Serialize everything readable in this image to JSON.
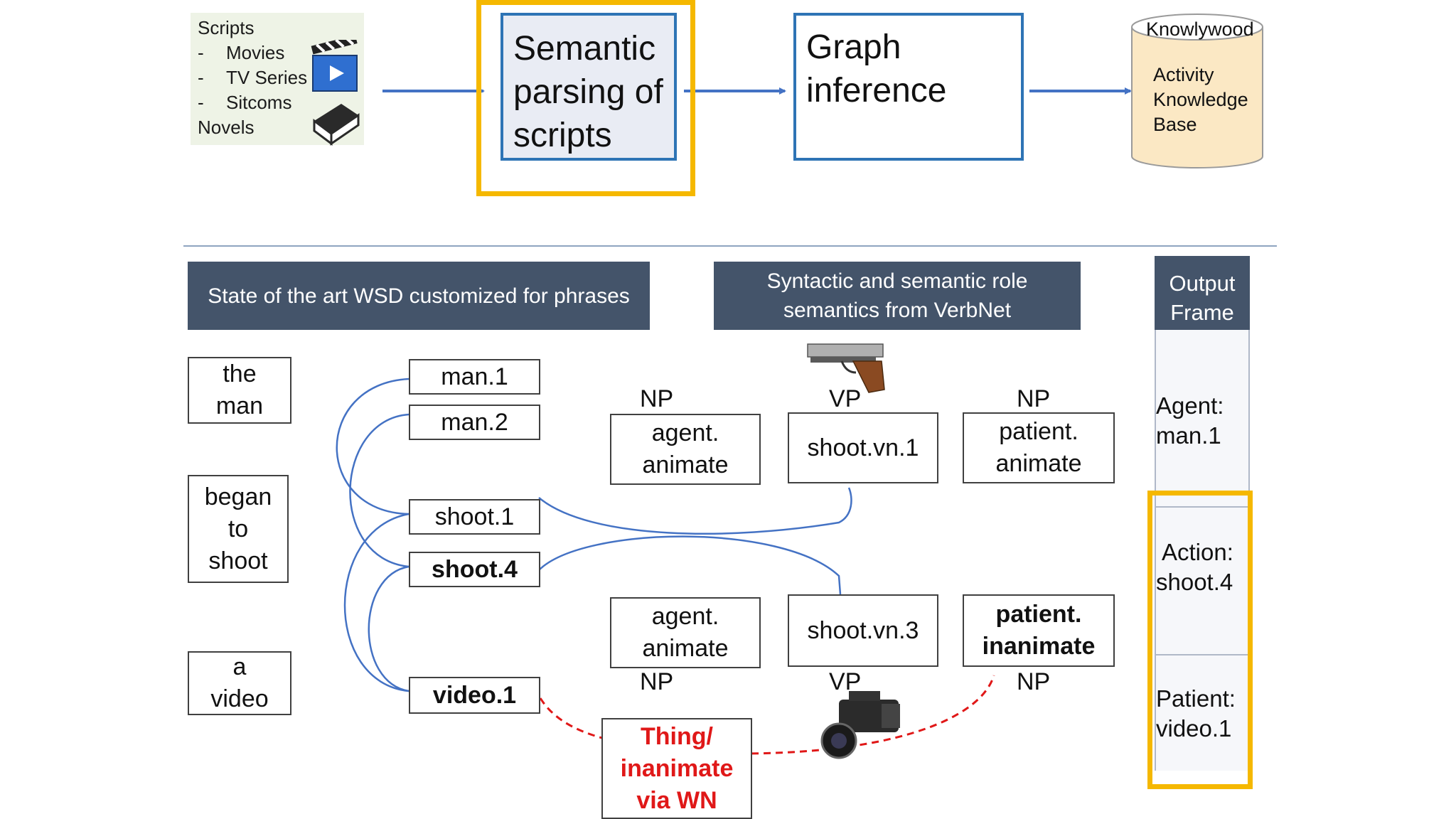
{
  "pipeline": {
    "sources": {
      "title": "Scripts",
      "items": [
        "Movies",
        "TV Series",
        "Sitcoms"
      ],
      "bullet": "-",
      "novels": "Novels"
    },
    "semantic_parsing": "Semantic parsing of scripts",
    "graph_inference": "Graph inference",
    "knowledge_base": {
      "top": "Knowlywood",
      "body": [
        "Activity",
        "Knowledge",
        "Base"
      ]
    }
  },
  "headers": {
    "wsd": "State of the art WSD customized for phrases",
    "verbnet": [
      "Syntactic and semantic role",
      "semantics from VerbNet"
    ],
    "output": [
      "Output",
      "Frame"
    ]
  },
  "phrases": [
    [
      "the",
      "man"
    ],
    [
      "began",
      "to",
      "shoot"
    ],
    [
      "a",
      "video"
    ]
  ],
  "senses": [
    "man.1",
    "man.2",
    "shoot.1",
    "shoot.4",
    "video.1"
  ],
  "frames": {
    "top": {
      "labels": [
        "NP",
        "VP",
        "NP"
      ],
      "agent": [
        "agent.",
        "animate"
      ],
      "verb": "shoot.vn.1",
      "patient": [
        "patient.",
        "animate"
      ]
    },
    "bottom": {
      "labels": [
        "NP",
        "VP",
        "NP"
      ],
      "agent": [
        "agent.",
        "animate"
      ],
      "verb": "shoot.vn.3",
      "patient": [
        "patient.",
        "inanimate"
      ]
    }
  },
  "wordnet_box": [
    "Thing/",
    "inanimate",
    "via WN"
  ],
  "output_frame": {
    "agent": [
      "Agent:",
      "man.1"
    ],
    "action": [
      "Action:",
      "shoot.4"
    ],
    "patient": [
      "Patient:",
      "video.1"
    ]
  },
  "colors": {
    "accent_yellow": "#f5b800",
    "box_blue": "#2e74b5",
    "header_slate": "#44546a",
    "link_blue": "#4472c4",
    "wordnet_red": "#e01818"
  },
  "icons": [
    "clapperboard-icon",
    "book-icon",
    "pistol-icon",
    "video-camera-icon",
    "cylinder-database-icon"
  ]
}
